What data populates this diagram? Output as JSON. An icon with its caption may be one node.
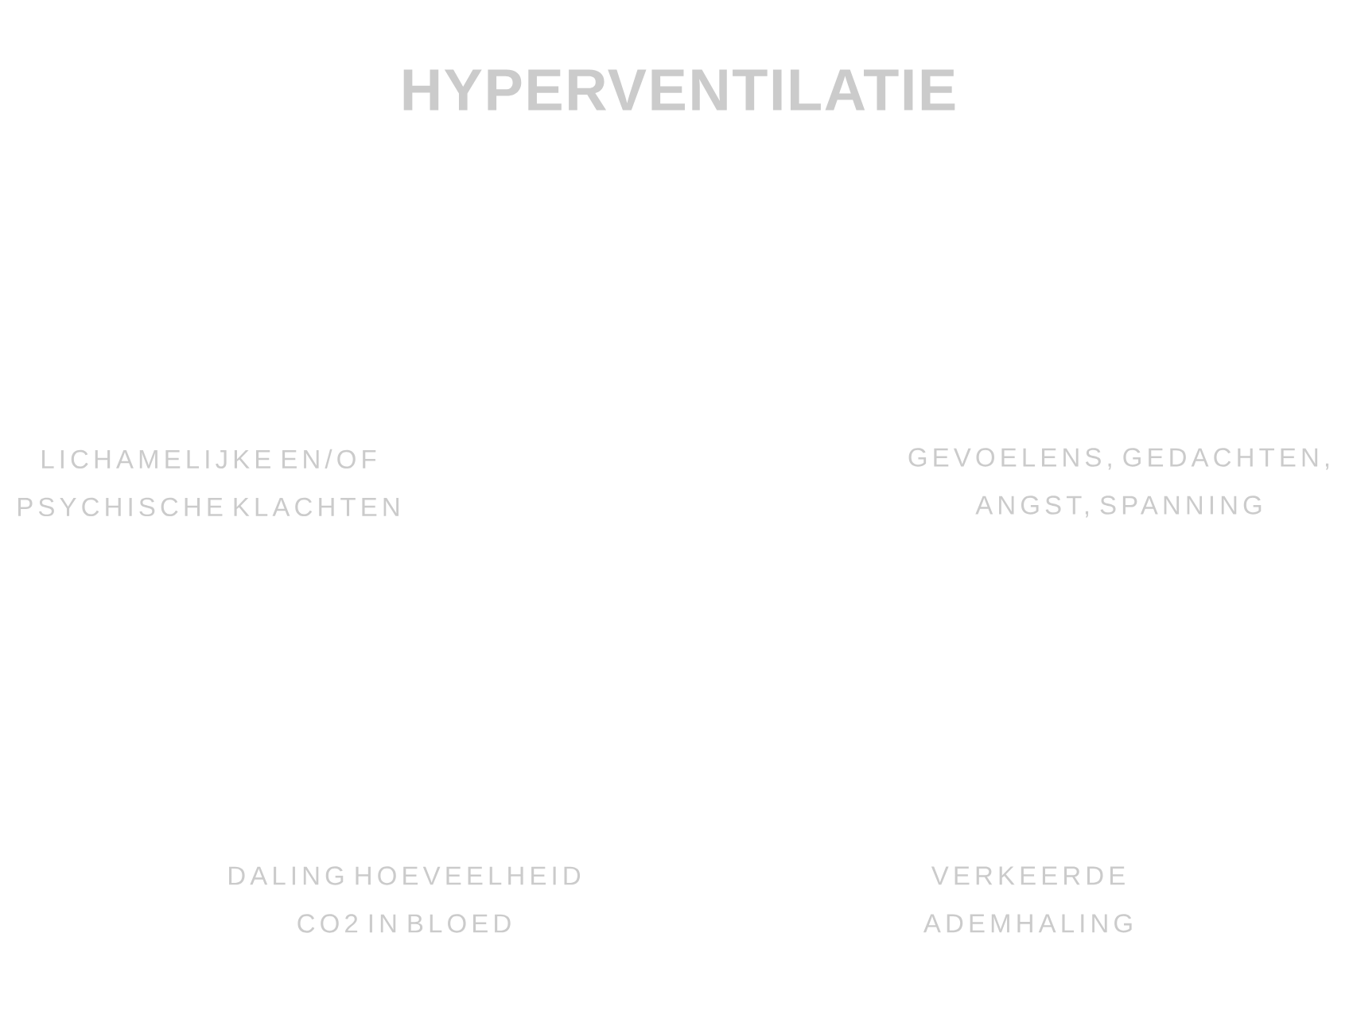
{
  "diagram": {
    "title": "HYPERVENTILATIE",
    "labels": [
      "LICHAMELIJKE EN/OF PSYCHISCHE KLACHTEN",
      "GEVOELENS, GEDACHTEN, ANGST, SPANNING",
      "DALING HOEVEELHEID CO2 IN BLOED",
      "VERKEERDE ADEMHALING"
    ]
  }
}
